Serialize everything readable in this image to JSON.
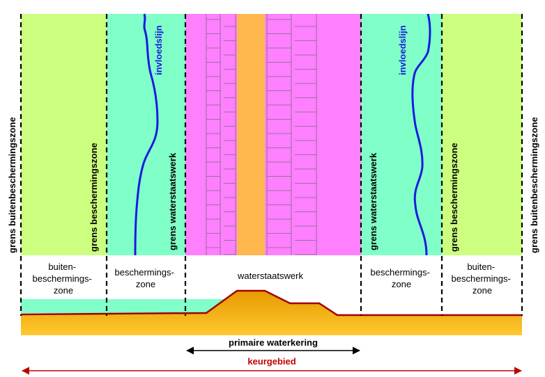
{
  "colors": {
    "buitenbeschermingszone": "#ccff80",
    "beschermingszone": "#80ffc8",
    "waterstaatswerk_band": "#ff80ff",
    "dike_core": "#ffb84d",
    "invloedslijn": "#1a1adf",
    "ground": "#f0a800",
    "ground_line": "#a00000",
    "keurgebied": "#c00000"
  },
  "vertical_labels": {
    "grens_buiten_left": "grens buitenbeschermingszone",
    "grens_bescherm_left": "grens beschermingszone",
    "invloedslijn_left": "invloedslijn",
    "grens_waterstaat_left": "grens waterstaatswerk",
    "grens_waterstaat_right": "grens waterstaatswerk",
    "invloedslijn_right": "invloedslijn",
    "grens_bescherm_right": "grens beschermingszone",
    "grens_buiten_right": "grens buitenbeschermingszone"
  },
  "zone_labels": {
    "buiten_left": [
      "buiten-",
      "beschermings-",
      "zone"
    ],
    "bescherm_left": [
      "beschermings-",
      "zone"
    ],
    "waterstaatswerk": [
      "waterstaatswerk"
    ],
    "bescherm_right": [
      "beschermings-",
      "zone"
    ],
    "buiten_right": [
      "buiten-",
      "beschermings-",
      "zone"
    ]
  },
  "bottom_labels": {
    "primaire_waterkering": "primaire waterkering",
    "keurgebied": "keurgebied"
  }
}
